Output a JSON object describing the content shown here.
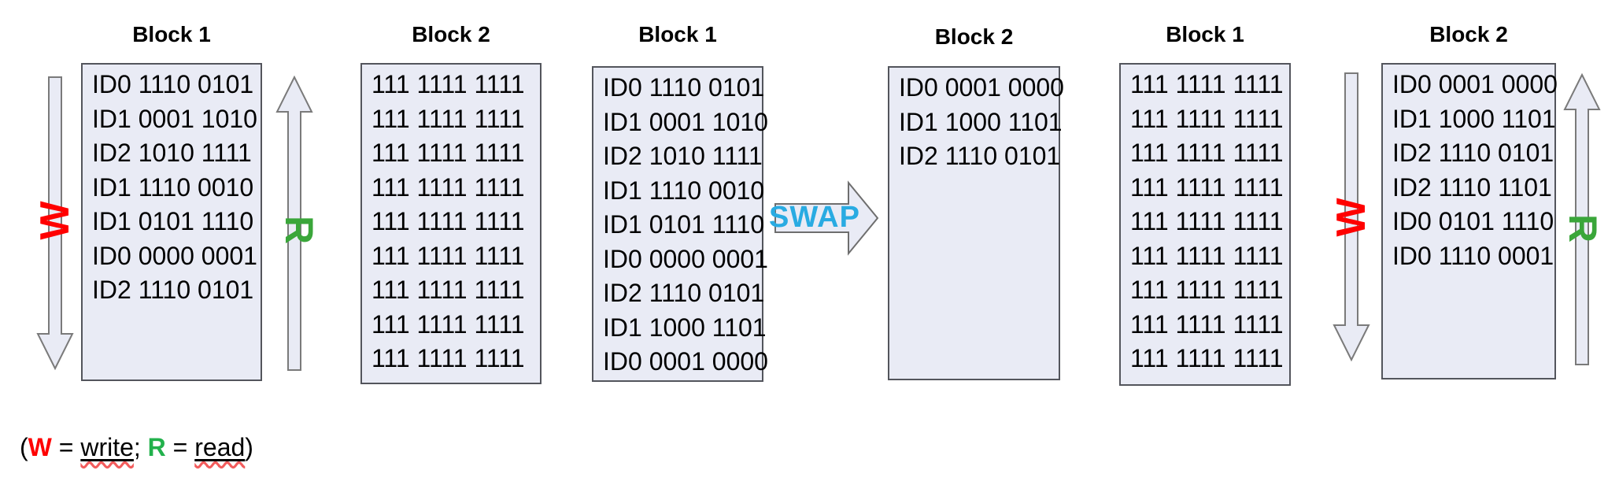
{
  "diagram": {
    "blocks": [
      {
        "title": "Block 1",
        "rows": [
          "ID0 1110 0101",
          "ID1 0001 1010",
          "ID2 1010 1111",
          "ID1 1110 0010",
          "ID1 0101 1110",
          "ID0 0000 0001",
          "ID2 1110 0101"
        ]
      },
      {
        "title": "Block 2",
        "rows": [
          "111 1111 1111",
          "111 1111 1111",
          "111 1111 1111",
          "111 1111 1111",
          "111 1111 1111",
          "111 1111 1111",
          "111 1111 1111",
          "111 1111 1111",
          "111 1111 1111"
        ]
      },
      {
        "title": "Block 1",
        "rows": [
          "ID0 1110 0101",
          "ID1 0001 1010",
          "ID2 1010 1111",
          "ID1 1110 0010",
          "ID1 0101 1110",
          "ID0 0000 0001",
          "ID2 1110 0101",
          "ID1 1000 1101",
          "ID0 0001 0000"
        ]
      },
      {
        "title": "Block 2",
        "rows": [
          "ID0 0001 0000",
          "ID1 1000 1101",
          "ID2 1110 0101"
        ]
      },
      {
        "title": "Block 1",
        "rows": [
          "111 1111 1111",
          "111 1111 1111",
          "111 1111 1111",
          "111 1111 1111",
          "111 1111 1111",
          "111 1111 1111",
          "111 1111 1111",
          "111 1111 1111",
          "111 1111 1111"
        ]
      },
      {
        "title": "Block 2",
        "rows": [
          "ID0 0001 0000",
          "ID1 1000 1101",
          "ID2 1110 0101",
          "ID2 1110 1101",
          "ID0 0101 1110",
          "ID0 1110 0001"
        ]
      }
    ],
    "swap_label": "SWAP",
    "write_arrow_label": "W",
    "read_arrow_label": "R",
    "legend": {
      "open": "(",
      "w": "W",
      "eq1": " = ",
      "write": "write",
      "sep": "; ",
      "r": "R",
      "eq2": " = ",
      "read": "read",
      "close": ")"
    },
    "colors": {
      "block_fill": "#E9EBF5",
      "block_border": "#53555C",
      "arrow_fill": "#E9EBF5",
      "arrow_outline": "#7A7A7A",
      "swap_text": "#29ABE2",
      "write_red": "#FF0000",
      "read_green": "#3AA63A",
      "legend_green": "#22B14C",
      "squiggle_red": "#F25C5C"
    }
  }
}
